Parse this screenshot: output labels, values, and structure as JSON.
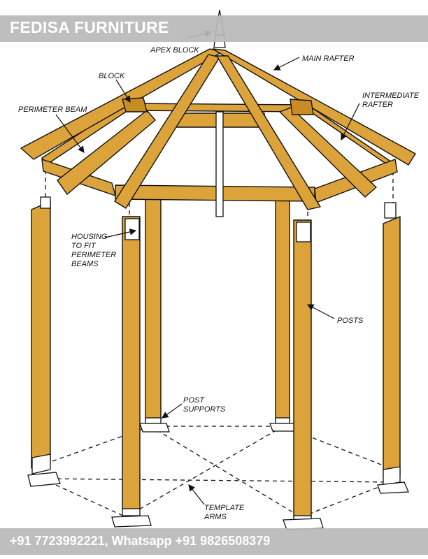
{
  "header": {
    "brand": "FEDISA FURNITURE"
  },
  "footer": {
    "contact": "+91 7723992221, Whatsapp +91 9826508379"
  },
  "labels": {
    "apex_block": "APEX BLOCK",
    "main_rafter": "MAIN RAFTER",
    "block": "BLOCK",
    "intermediate_line1": "INTERMEDIATE",
    "intermediate_line2": "RAFTER",
    "perimeter_beam": "PERIMETER BEAM",
    "housing_line1": "HOUSING",
    "housing_line2": "TO FIT",
    "housing_line3": "PERIMETER",
    "housing_line4": "BEAMS",
    "posts": "POSTS",
    "post_supports_line1": "POST",
    "post_supports_line2": "SUPPORTS",
    "template_line1": "TEMPLATE",
    "template_line2": "ARMS"
  },
  "colors": {
    "wood": "#dca33a",
    "wood_dark": "#c88c22",
    "banner": "#b9b9b9"
  }
}
